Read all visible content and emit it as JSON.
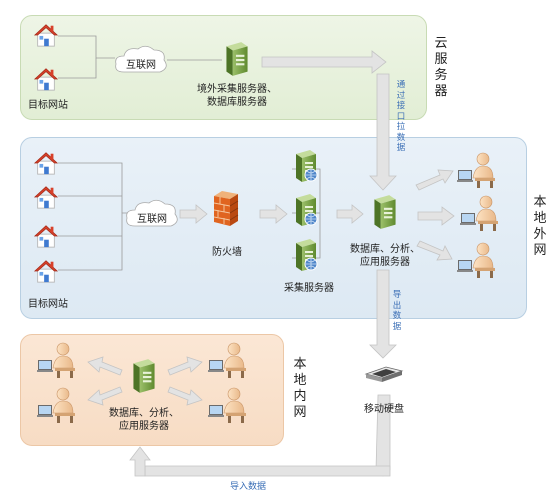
{
  "sections": {
    "cloud": {
      "title": "云服务器"
    },
    "external": {
      "title": "本地外网"
    },
    "internal": {
      "title": "本地内网"
    }
  },
  "cloud": {
    "internet": "互联网",
    "server_line1": "境外采集服务器、",
    "server_line2": "数据库服务器",
    "sites": "目标网站"
  },
  "external": {
    "internet": "互联网",
    "firewall": "防火墙",
    "collect": "采集服务器",
    "db_line1": "数据库、分析、",
    "db_line2": "应用服务器",
    "sites": "目标网站"
  },
  "internal": {
    "db_line1": "数据库、分析、",
    "db_line2": "应用服务器"
  },
  "flows": {
    "api_pull": "通过接口拉数据",
    "export": "导出数据",
    "import": "导入数据"
  },
  "disk": {
    "label": "移动硬盘"
  },
  "icons": {
    "home": "home-icon",
    "cloud": "cloud-icon",
    "server": "server-icon",
    "globe_server": "globe-server-icon",
    "firewall": "firewall-icon",
    "user": "user-workstation-icon",
    "disk": "hard-disk-icon"
  }
}
